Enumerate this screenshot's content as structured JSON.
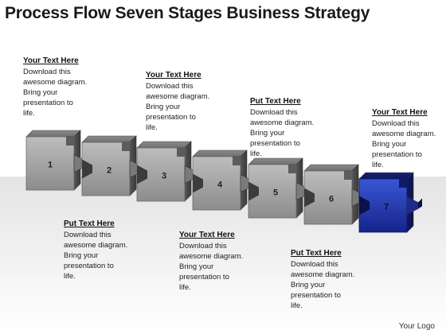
{
  "title": "Process Flow Seven Stages Business Strategy",
  "callouts": [
    {
      "heading": "Your Text Here",
      "body": "Download this\nawesome diagram.\nBring your\npresentation to\nlife."
    },
    {
      "heading": "Your Text Here",
      "body": "Download this\nawesome diagram.\nBring your\npresentation to\nlife."
    },
    {
      "heading": "Put Text Here",
      "body": "Download this\nawesome diagram.\nBring your\npresentation to\nlife."
    },
    {
      "heading": "Your Text Here",
      "body": "Download this\nawesome diagram.\nBring your\npresentation to\nlife."
    },
    {
      "heading": "Put Text Here",
      "body": "Download this\nawesome diagram.\nBring your\npresentation to\nlife."
    },
    {
      "heading": "Your Text Here",
      "body": "Download this\nawesome diagram.\nBring your\npresentation to\nlife."
    },
    {
      "heading": "Put Text Here",
      "body": "Download this\nawesome diagram.\nBring your\npresentation to\nlife."
    }
  ],
  "stages": [
    {
      "number": "1",
      "highlight": false
    },
    {
      "number": "2",
      "highlight": false
    },
    {
      "number": "3",
      "highlight": false
    },
    {
      "number": "4",
      "highlight": false
    },
    {
      "number": "5",
      "highlight": false
    },
    {
      "number": "6",
      "highlight": false
    },
    {
      "number": "7",
      "highlight": true
    }
  ],
  "colors": {
    "piece": "#9a9a9a",
    "highlight": "#2437a8",
    "text": "#222222"
  },
  "footer": "Your Logo"
}
